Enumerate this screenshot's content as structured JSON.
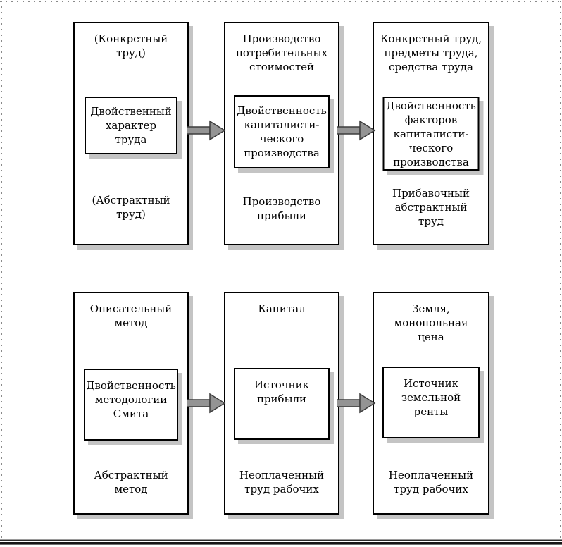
{
  "page": {
    "kind": "book-figure",
    "colors": {
      "background": "#ffffff",
      "box_border": "#000000",
      "box_shadow": "#c4c4c4",
      "arrow_fill": "#949494",
      "arrow_stroke": "#3d3d3d",
      "frame_dots": "#8a8a8a",
      "footer_rule": "#161616"
    }
  },
  "diagram": {
    "rows": [
      {
        "boxes": [
          {
            "top_label": [
              "(Конкретный",
              "труд)"
            ],
            "inner_label": [
              "Двойственный",
              "характер",
              "труда"
            ],
            "bottom_label": [
              "(Абстрактный",
              "труд)"
            ]
          },
          {
            "top_label": [
              "Производство",
              "потребительных",
              "стоимостей"
            ],
            "inner_label": [
              "Двойственность",
              "капиталисти-",
              "ческого",
              "производства"
            ],
            "bottom_label": [
              "Производство",
              "прибыли"
            ]
          },
          {
            "top_label": [
              "Конкретный труд,",
              "предметы труда,",
              "средства труда"
            ],
            "inner_label": [
              "Двойственность",
              "факторов",
              "капиталисти-",
              "ческого",
              "производства"
            ],
            "bottom_label": [
              "Прибавочный",
              "абстрактный",
              "труд"
            ]
          }
        ]
      },
      {
        "boxes": [
          {
            "top_label": [
              "Описательный",
              "метод"
            ],
            "inner_label": [
              "Двойственность",
              "методологии",
              "Смита"
            ],
            "bottom_label": [
              "Абстрактный",
              "метод"
            ]
          },
          {
            "top_label": [
              "Капитал"
            ],
            "inner_label": [
              "Источник",
              "прибыли"
            ],
            "bottom_label": [
              "Неоплаченный",
              "труд рабочих"
            ]
          },
          {
            "top_label": [
              "Земля,",
              "монопольная",
              "цена"
            ],
            "inner_label": [
              "Источник",
              "земельной",
              "ренты"
            ],
            "bottom_label": [
              "Неоплаченный",
              "труд рабочих"
            ]
          }
        ]
      }
    ]
  }
}
